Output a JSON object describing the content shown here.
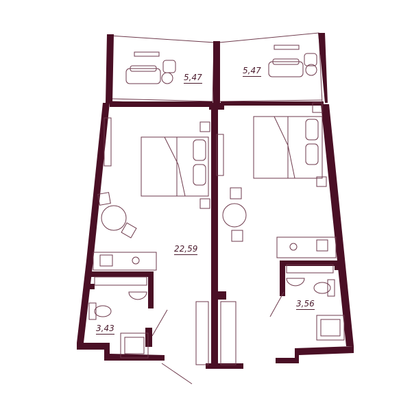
{
  "plan": {
    "wall_color": "#4a0f25",
    "line_color": "#6e3a4c",
    "fill_color": "#ffffff",
    "rooms": [
      {
        "id": "balcony-left",
        "area": "5,47"
      },
      {
        "id": "balcony-right",
        "area": "5,47"
      },
      {
        "id": "studio-main",
        "area": "22,59"
      },
      {
        "id": "bathroom-left",
        "area": "3,43"
      },
      {
        "id": "bathroom-right",
        "area": "3,56"
      }
    ]
  }
}
